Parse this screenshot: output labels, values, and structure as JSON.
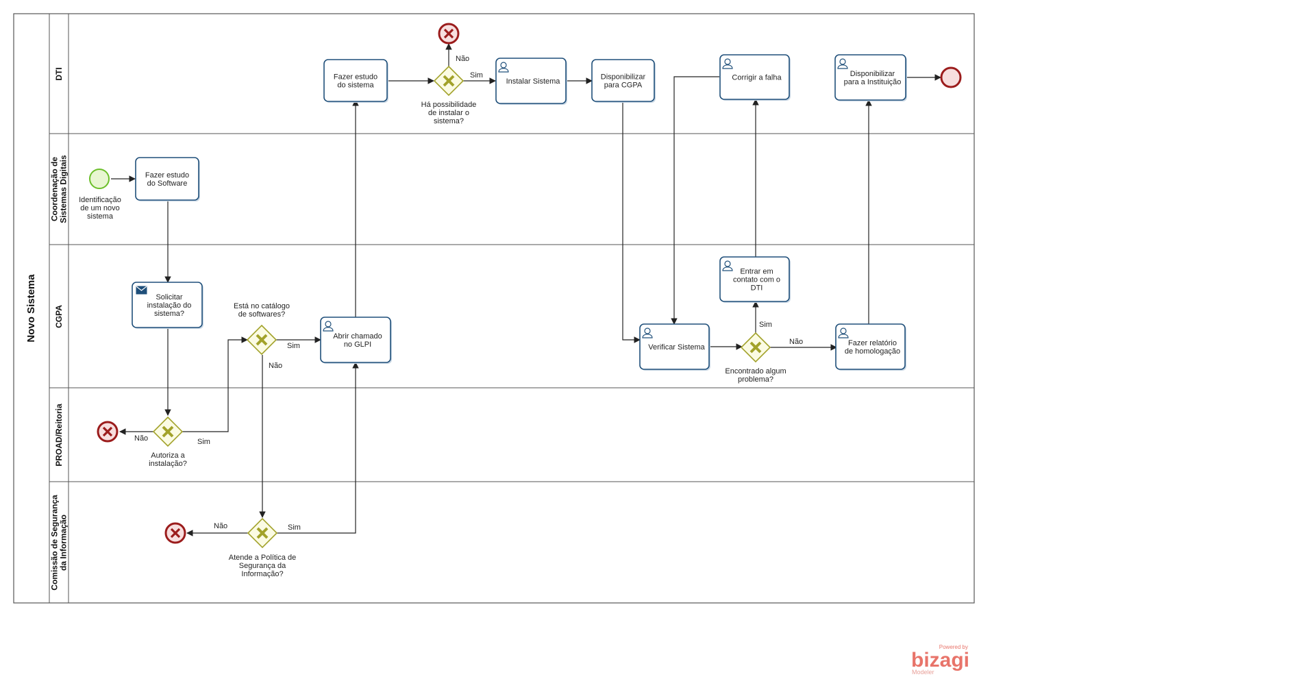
{
  "pool": {
    "label": "Novo Sistema"
  },
  "lanes": [
    {
      "id": "dti",
      "label": [
        "DTI"
      ]
    },
    {
      "id": "csd",
      "label": [
        "Coordenação de",
        "Sistemas Digitais"
      ]
    },
    {
      "id": "cgpa",
      "label": [
        "CGPA"
      ]
    },
    {
      "id": "proad",
      "label": [
        "PROAD/Reitoria"
      ]
    },
    {
      "id": "csi",
      "label": [
        "Comissão de Segurança",
        "da Informação"
      ]
    }
  ],
  "tasks": [
    {
      "id": "t_estudo_software",
      "lines": [
        "Fazer estudo",
        "do Software"
      ],
      "marker": "none"
    },
    {
      "id": "t_solicitar",
      "lines": [
        "Solicitar",
        "instalação do",
        "sistema?"
      ],
      "marker": "envelope"
    },
    {
      "id": "t_abrir_chamado",
      "lines": [
        "Abrir chamado",
        "no GLPI"
      ],
      "marker": "user"
    },
    {
      "id": "t_estudo_sistema",
      "lines": [
        "Fazer estudo",
        "do sistema"
      ],
      "marker": "none"
    },
    {
      "id": "t_instalar",
      "lines": [
        "Instalar Sistema"
      ],
      "marker": "user"
    },
    {
      "id": "t_disp_cgpa",
      "lines": [
        "Disponibilizar",
        "para CGPA"
      ],
      "marker": "none"
    },
    {
      "id": "t_verificar",
      "lines": [
        "Verificar Sistema"
      ],
      "marker": "user"
    },
    {
      "id": "t_contato",
      "lines": [
        "Entrar em",
        "contato com o",
        "DTI"
      ],
      "marker": "user"
    },
    {
      "id": "t_corrigir",
      "lines": [
        "Corrigir  a falha"
      ],
      "marker": "user"
    },
    {
      "id": "t_relatorio",
      "lines": [
        "Fazer relatório",
        "de homologação"
      ],
      "marker": "user"
    },
    {
      "id": "t_disp_inst",
      "lines": [
        "Disponibilizar",
        "para a Instituição"
      ],
      "marker": "user"
    }
  ],
  "gateways": [
    {
      "id": "g_autoriza",
      "lines": [
        "Autoriza a",
        "instalação?"
      ]
    },
    {
      "id": "g_catalogo",
      "lines": [
        "Está no catálogo",
        "de softwares?"
      ]
    },
    {
      "id": "g_politica",
      "lines": [
        "Atende a Política de",
        "Segurança da",
        "Informação?"
      ]
    },
    {
      "id": "g_possibilidade",
      "lines": [
        "Há possibilidade",
        "de instalar o",
        "sistema?"
      ]
    },
    {
      "id": "g_problema",
      "lines": [
        "Encontrado algum",
        "problema?"
      ]
    }
  ],
  "events": {
    "start": {
      "lines": [
        "Identificação",
        "de um novo",
        "sistema"
      ]
    }
  },
  "flow_labels": {
    "yes": "Sim",
    "no": "Não"
  },
  "branding": {
    "powered": "Powered by",
    "logo": "bizagi",
    "product": "Modeler"
  },
  "colors": {
    "task_border": "#1f4f7a",
    "gateway": "#a2a22a",
    "start_event": "#6bbf2a",
    "end_event": "#9b1c1c",
    "brand": "#e8746a"
  }
}
